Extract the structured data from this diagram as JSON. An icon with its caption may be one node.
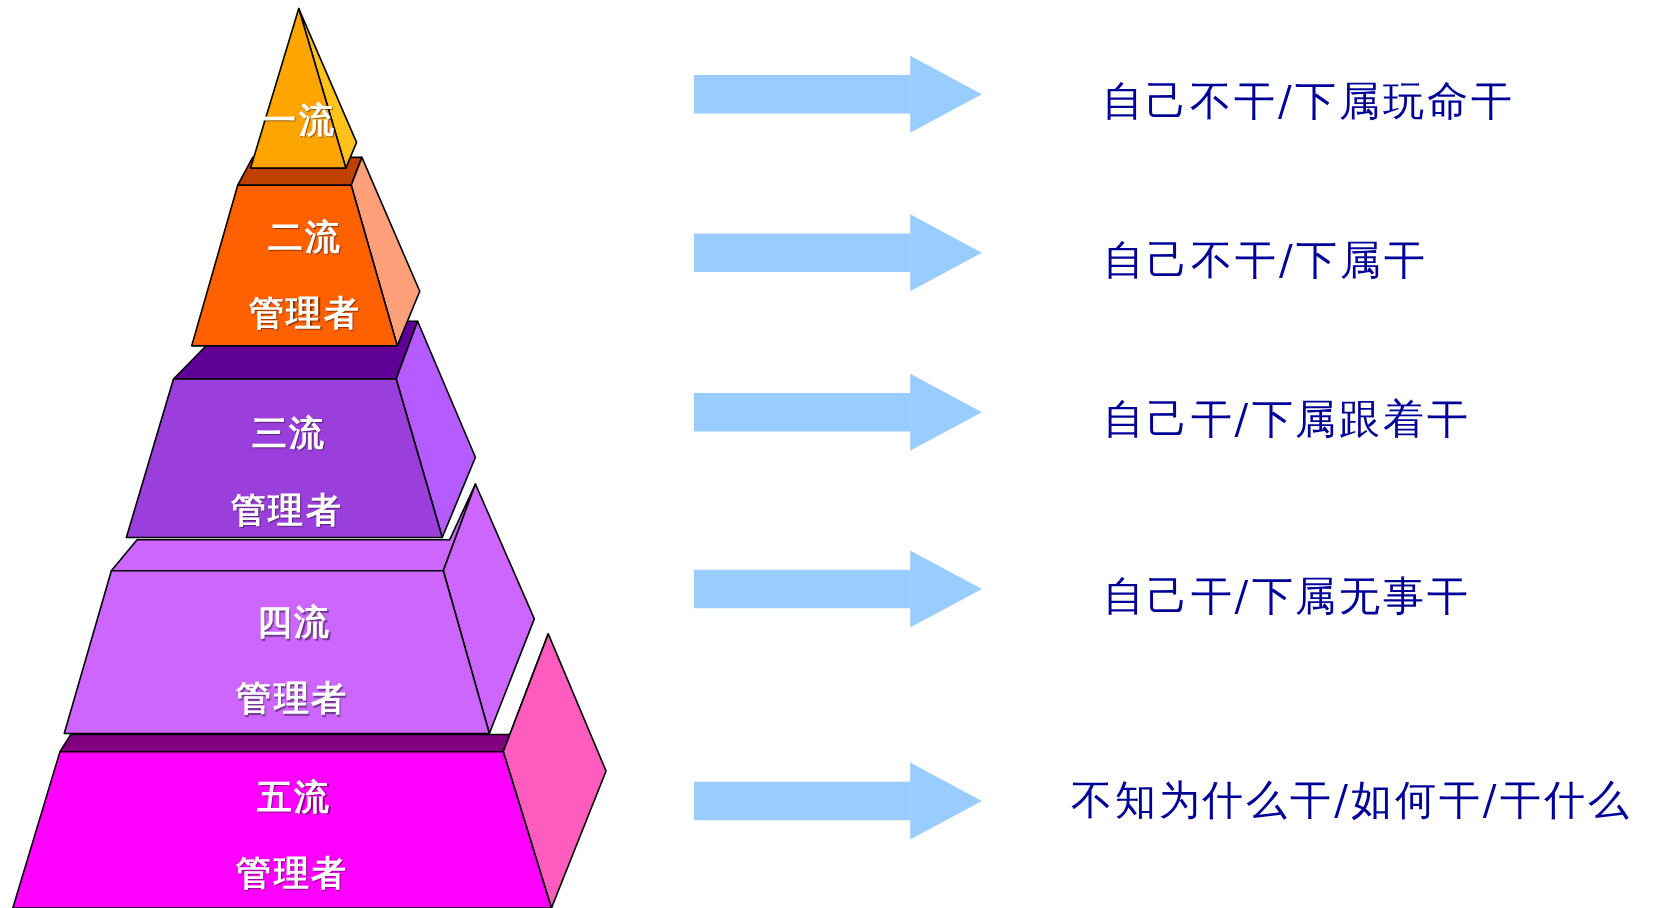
{
  "diagram": {
    "nodes": [
      {
        "text": [
          "一流"
        ]
      },
      {
        "text": [
          "二流",
          "管理者"
        ]
      },
      {
        "text": [
          "三流",
          "管理者"
        ]
      },
      {
        "text": [
          "四流",
          "管理者"
        ]
      },
      {
        "text": [
          "五流",
          "管理者"
        ]
      },
      {
        "text": [
          "自己不干/下属玩命干"
        ]
      },
      {
        "text": [
          "自己不干/下属干"
        ]
      },
      {
        "text": [
          "自己干/下属跟着干"
        ]
      },
      {
        "text": [
          "自己干/下属无事干"
        ]
      },
      {
        "text": [
          "不知为什么干/如何干/干什么"
        ]
      }
    ],
    "edges": [
      {
        "from": null,
        "to": 5,
        "arrow": "to"
      },
      {
        "from": null,
        "to": 6,
        "arrow": "to"
      },
      {
        "from": null,
        "to": 7,
        "arrow": "to"
      },
      {
        "from": null,
        "to": 8,
        "arrow": "to"
      },
      {
        "from": null,
        "to": 9,
        "arrow": "to"
      }
    ]
  }
}
